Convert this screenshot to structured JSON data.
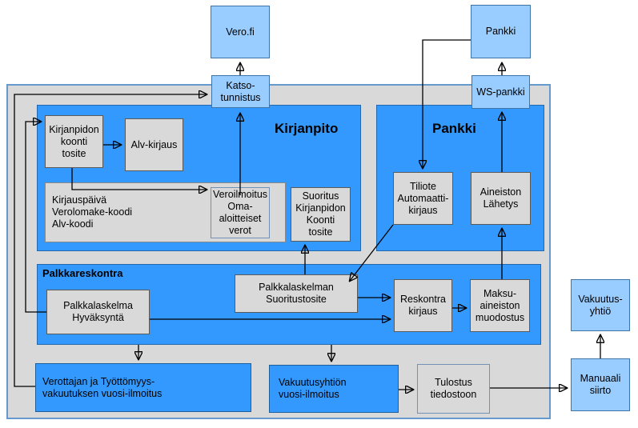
{
  "colors": {
    "section_blue": "#3399ff",
    "light_blue_box": "#99ccff",
    "gray_box": "#d9d9d9",
    "container_border": "#6699cc",
    "arrow": "#000000"
  },
  "sections": {
    "kirjanpito": "Kirjanpito",
    "pankki": "Pankki",
    "palkkareskontra": "Palkkareskontra"
  },
  "nodes": {
    "vero_fi": "Vero.fi",
    "pankki_external": "Pankki",
    "katso_tunnistus": "Katso-\ntunnistus",
    "ws_pankki": "WS-pankki",
    "kirjanpidon_koonti_tosite": "Kirjanpidon\nkoonti\ntosite",
    "alv_kirjaus": "Alv-kirjaus",
    "kirjauspaiva_info": "Kirjauspäivä\nVerolomake-koodi\nAlv-koodi",
    "veroilmoitus": "Veroilmoitus\nOma-aloitteiset\nverot",
    "suoritus_kirjanpidon_koonti_tosite": "Suoritus\nKirjanpidon\nKoonti\ntosite",
    "tiliote_automaattikirjaus": "Tiliote\nAutomaatti-\nkirjaus",
    "aineiston_lahetys": "Aineiston\nLähetys",
    "palkkalaskelma_hyvaksynta": "Palkkalaskelma\nHyväksyntä",
    "palkkalaskelman_suoritustosite": "Palkkalaskelman\nSuoritustosite",
    "reskontra_kirjaus": "Reskontra\nkirjaus",
    "maksu_aineiston_muodostus": "Maksu-\naineiston\nmuodostus",
    "verottajan_vuosi_ilmoitus": "Verottajan ja Työttömyys-\nvakuutuksen vuosi-ilmoitus",
    "vakuutusyhtion_vuosi_ilmoitus": "Vakuutusyhtiön\nvuosi-ilmoitus",
    "tulostus_tiedostoon": "Tulostus\ntiedostoon",
    "manuaali_siirto": "Manuaali\nsiirto",
    "vakuutus_yhtio": "Vakuutus-\nyhtiö"
  }
}
